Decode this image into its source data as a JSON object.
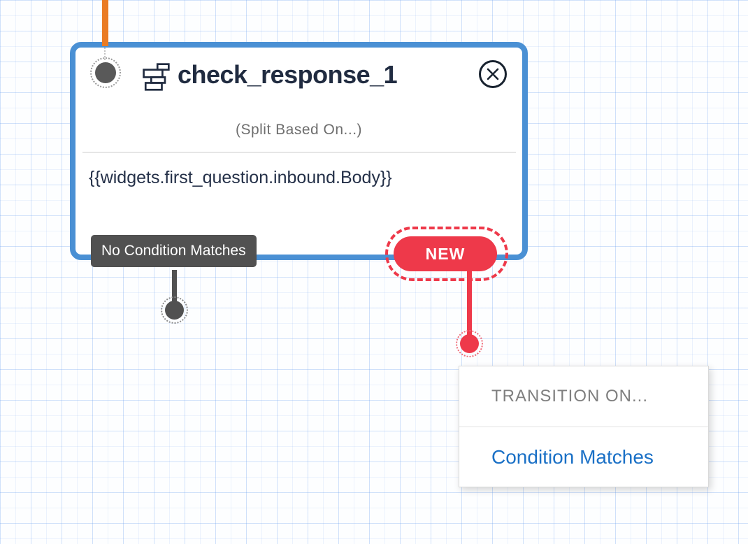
{
  "widget": {
    "title": "check_response_1",
    "type_hint": "(Split Based On...)",
    "expression": "{{widgets.first_question.inbound.Body}}",
    "transitions": {
      "no_match_label": "No Condition Matches",
      "new_label": "NEW"
    }
  },
  "menu": {
    "header": "TRANSITION ON...",
    "items": [
      {
        "label": "Condition Matches"
      }
    ]
  },
  "colors": {
    "card-border": "#4a90d4",
    "incoming-line": "#ea7c24",
    "accent-red": "#ee394a",
    "gray-dark": "#515151",
    "title-navy": "#202b40",
    "link-blue": "#1a70c6",
    "menu-gray": "#7f7f7f"
  }
}
